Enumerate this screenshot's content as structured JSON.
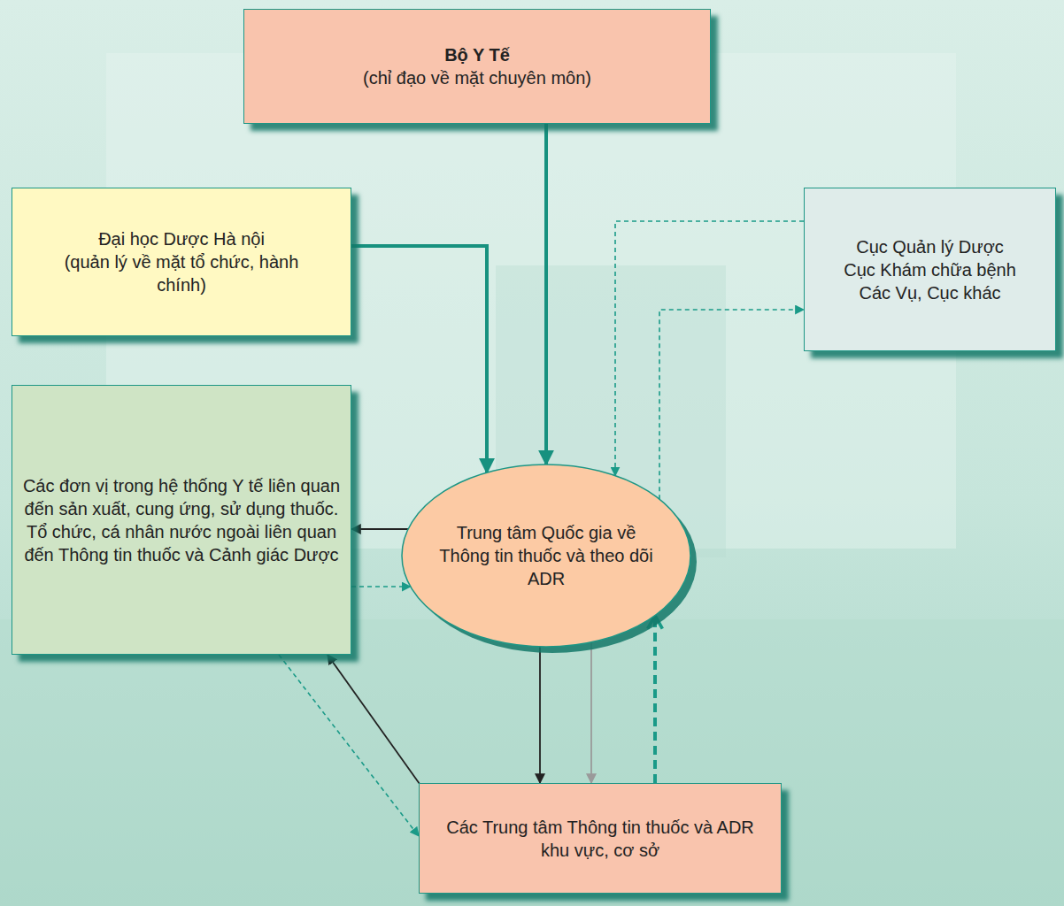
{
  "diagram": {
    "nodes": [
      {
        "text": [
          "Bộ Y Tế",
          "(chỉ đạo về mặt chuyên môn)"
        ]
      },
      {
        "text": [
          "Đại học Dược Hà nội",
          "(quản lý về mặt tổ chức, hành chính)"
        ]
      },
      {
        "text": [
          "Cục Quản lý Dược",
          "Cục Khám chữa bệnh",
          "Các Vụ, Cục khác"
        ]
      },
      {
        "text": [
          "Các đơn vị trong hệ thống Y tế liên quan đến sản xuất, cung ứng, sử dụng thuốc.",
          "Tổ chức, cá nhân nước ngoài liên quan đến Thông tin thuốc và Cảnh giác Dược"
        ]
      },
      {
        "text": [
          "Trung tâm Quốc gia về Thông tin thuốc và theo dõi ADR"
        ]
      },
      {
        "text": [
          "Các Trung tâm Thông tin thuốc và ADR khu vực, cơ sở"
        ]
      }
    ],
    "edges": [
      {
        "from": 0,
        "to": 4,
        "arrow": "to"
      },
      {
        "from": 1,
        "to": 4,
        "arrow": "to"
      },
      {
        "from": 2,
        "to": 4,
        "arrow": "to"
      },
      {
        "from": 4,
        "to": 2,
        "arrow": "to"
      },
      {
        "from": 4,
        "to": 3,
        "arrow": "to"
      },
      {
        "from": 3,
        "to": 4,
        "arrow": "to"
      },
      {
        "from": 4,
        "to": 5,
        "arrow": "to"
      },
      {
        "from": 4,
        "to": 5,
        "arrow": "to"
      },
      {
        "from": 5,
        "to": 4,
        "arrow": "to"
      },
      {
        "from": 5,
        "to": 3,
        "arrow": "to"
      },
      {
        "from": 3,
        "to": 5,
        "arrow": "to"
      }
    ]
  }
}
